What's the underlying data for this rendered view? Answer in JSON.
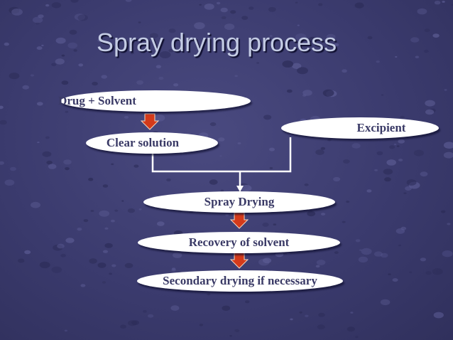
{
  "slide": {
    "title": "Spray drying process"
  },
  "flow": {
    "nodes": {
      "drug_solvent": "Drug + Solvent",
      "clear_solution": "Clear solution",
      "excipient": "Excipient",
      "spray_drying": "Spray Drying",
      "recovery": "Recovery of solvent",
      "secondary": "Secondary drying if necessary"
    }
  },
  "colors": {
    "background": "#3b3b6e",
    "title_text": "#c4cce4",
    "node_fill": "#ffffff",
    "node_text": "#3a3a66",
    "arrow_fill": "#d43a1a",
    "connector": "#ffffff"
  },
  "icons": {
    "block_arrow": "down-block-arrow-icon"
  }
}
